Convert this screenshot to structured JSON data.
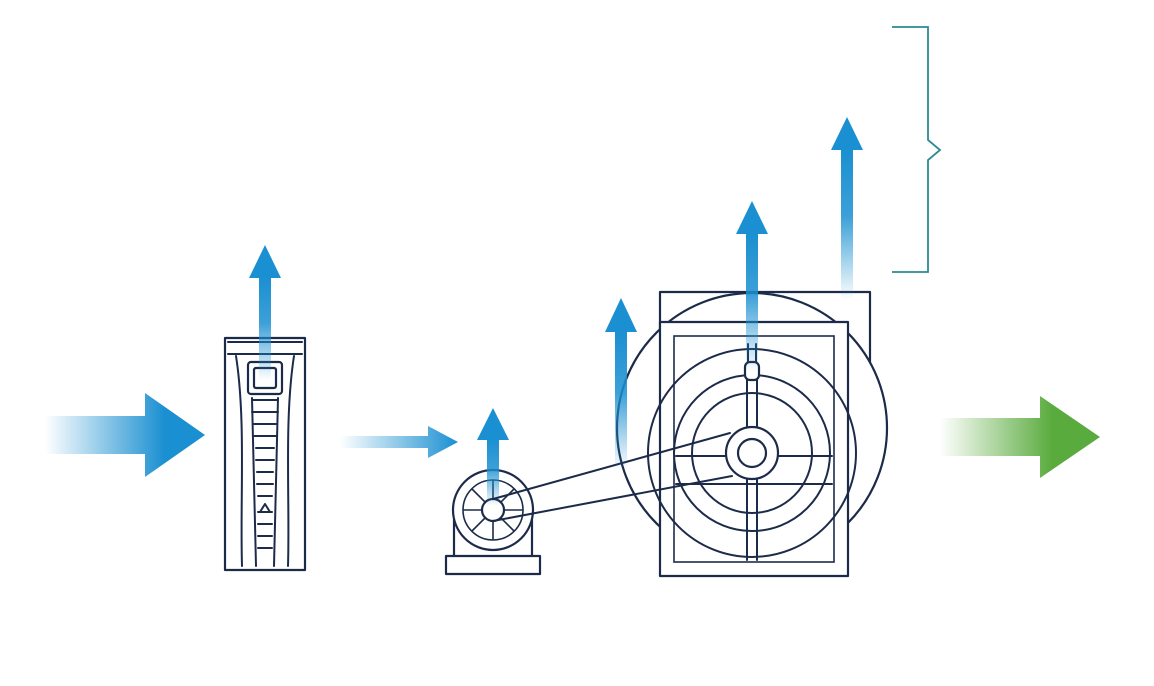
{
  "colors": {
    "outline": "#1d2b4a",
    "energy_blue": "#1a8fd1",
    "energy_blue_light": "#8fcbec",
    "output_green": "#5aab3e",
    "bracket_teal": "#2b8a8f"
  },
  "components": [
    {
      "name": "drive",
      "icon": "variable-speed-drive-icon"
    },
    {
      "name": "motor",
      "icon": "electric-motor-icon"
    },
    {
      "name": "fan",
      "icon": "centrifugal-fan-icon"
    }
  ],
  "flows": {
    "input": {
      "color": "#1a8fd1"
    },
    "drive_to_motor": {
      "color": "#1a8fd1"
    },
    "output": {
      "color": "#5aab3e"
    }
  },
  "losses": {
    "count": 5,
    "grouped_by_bracket": 3
  }
}
